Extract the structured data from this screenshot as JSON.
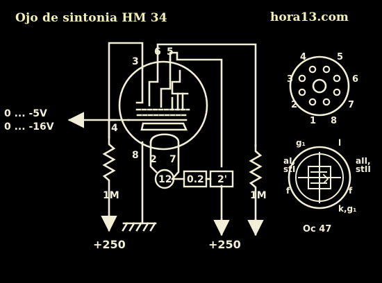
{
  "header": {
    "title": "Ojo de sintonia HM 34",
    "site": "hora13.com"
  },
  "colors": {
    "background": "#000000",
    "line": "#f1efd8",
    "title_text": "#f4f1b6"
  },
  "schematic": {
    "pins": {
      "p3": "3",
      "p6": "6",
      "p5": "5",
      "p4": "4",
      "p8": "8",
      "p2": "2",
      "p7": "7"
    },
    "voltage_range_1": "0 ... -5V",
    "voltage_range_2": "0 ... -16V",
    "resistor_left": "1M",
    "resistor_right": "1M",
    "box_12": "12",
    "box_02": "0.2",
    "box_2": "2'",
    "supply_left": "+250",
    "supply_right": "+250"
  },
  "base_diagram": {
    "pins": [
      "1",
      "2",
      "3",
      "4",
      "5",
      "6",
      "7",
      "8"
    ]
  },
  "electrode_diagram": {
    "labels": {
      "g1": "g₁",
      "l": "l",
      "a1_st1": "aI,\nstI",
      "a2_st2": "aII,\nstII",
      "f_left": "f",
      "f_right": "f",
      "k_g1": "k,g₁"
    },
    "tube_type": "Oc 47"
  }
}
